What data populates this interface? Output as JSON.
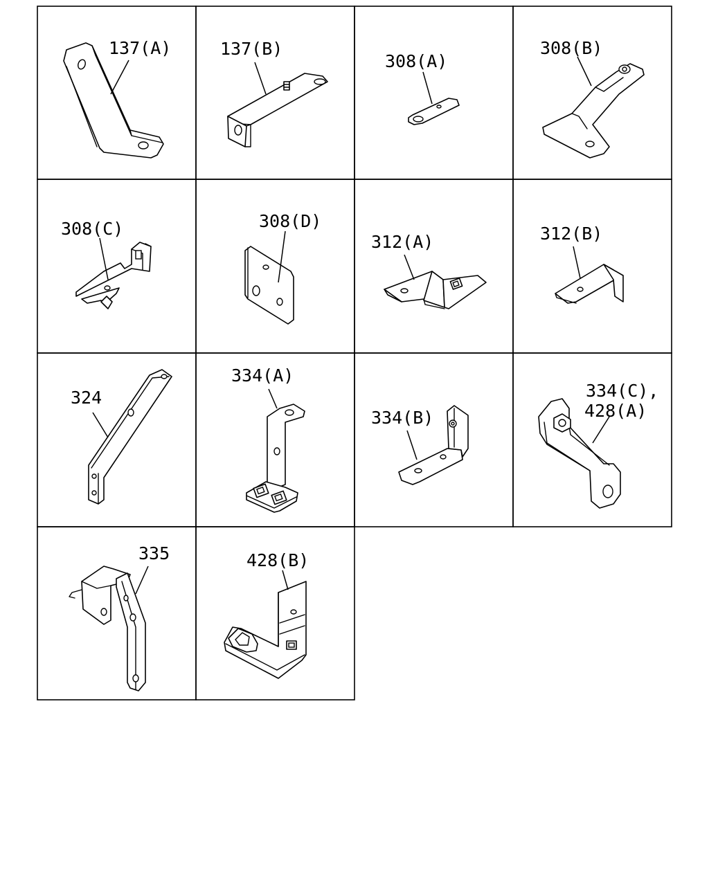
{
  "parts": [
    {
      "id": "137a",
      "label": "137(A)"
    },
    {
      "id": "137b",
      "label": "137(B)"
    },
    {
      "id": "308a",
      "label": "308(A)"
    },
    {
      "id": "308b",
      "label": "308(B)"
    },
    {
      "id": "308c",
      "label": "308(C)"
    },
    {
      "id": "308d",
      "label": "308(D)"
    },
    {
      "id": "312a",
      "label": "312(A)"
    },
    {
      "id": "312b",
      "label": "312(B)"
    },
    {
      "id": "324",
      "label": "324"
    },
    {
      "id": "334a",
      "label": "334(A)"
    },
    {
      "id": "334b",
      "label": "334(B)"
    },
    {
      "id": "334c",
      "label": "334(C),",
      "label2": "428(A)"
    },
    {
      "id": "335",
      "label": "335"
    },
    {
      "id": "428b",
      "label": "428(B)"
    }
  ]
}
